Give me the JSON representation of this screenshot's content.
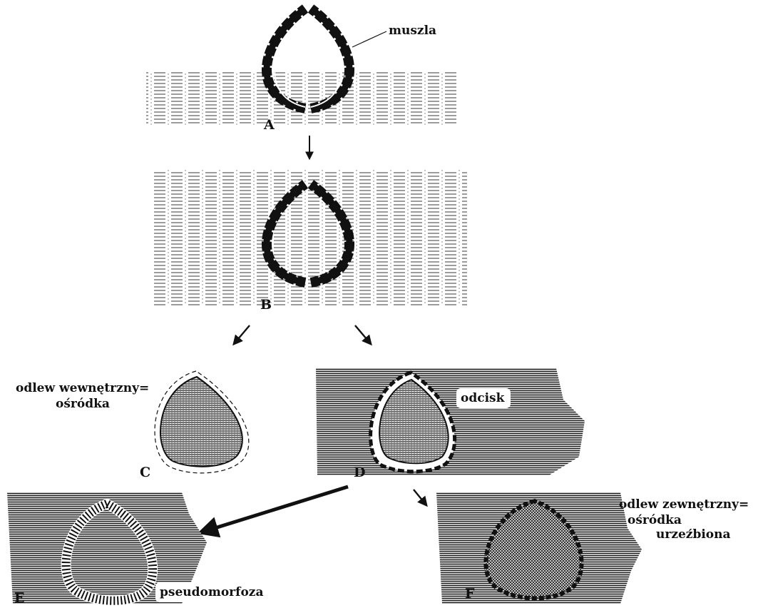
{
  "labels": {
    "shell": "muszla",
    "step_a": "A",
    "step_b": "B",
    "step_c": "C",
    "step_d": "D",
    "step_e": "E",
    "step_f": "F",
    "internal_mold_line1": "odlew wewnętrzny=",
    "internal_mold_line2": "ośródka",
    "imprint": "odcisk",
    "pseudomorph": "pseudomorfoza",
    "external_mold_line1": "odlew zewnętrzny=",
    "external_mold_line2": "ośródka",
    "external_mold_line3": "urzeźbiona"
  },
  "colors": {
    "ink": "#111111",
    "paper": "#ffffff",
    "fill_gray": "#555555"
  }
}
